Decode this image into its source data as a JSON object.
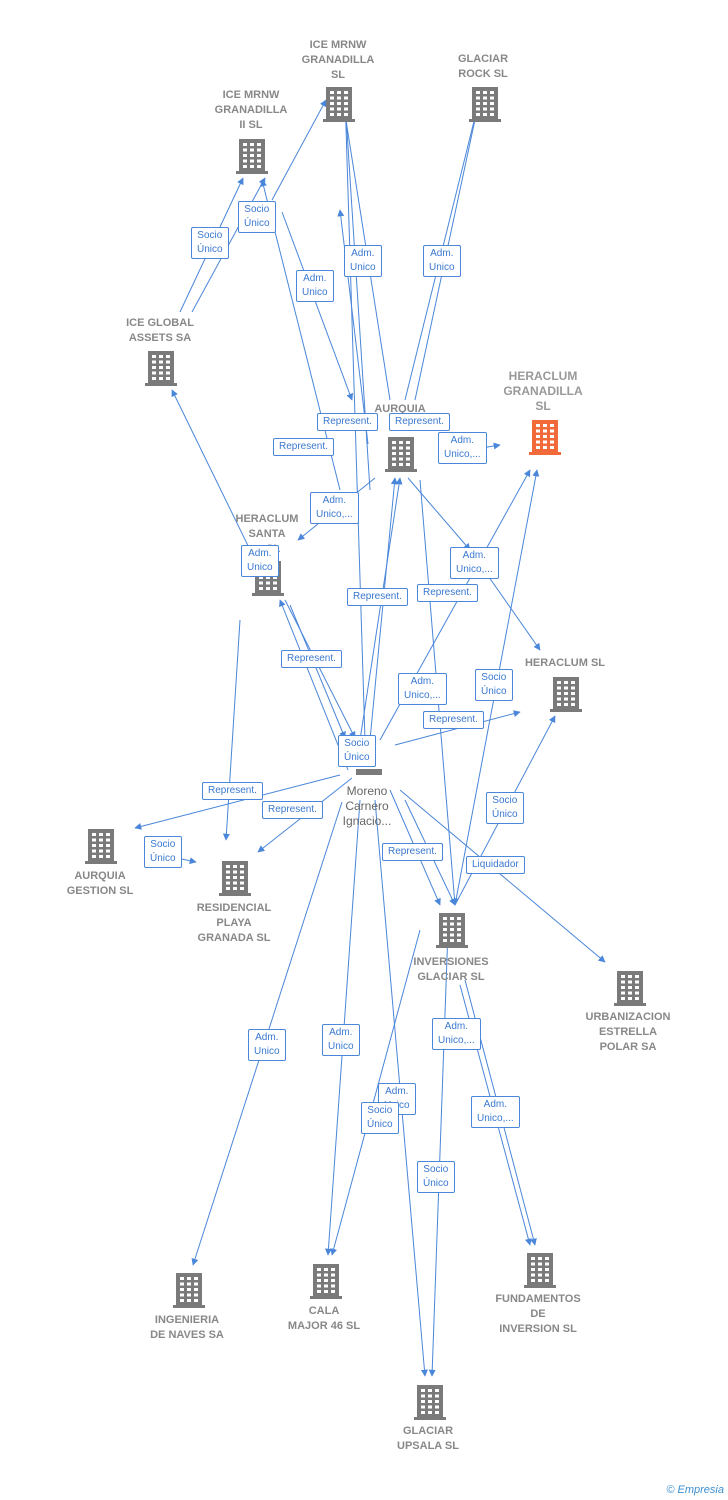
{
  "colors": {
    "edge": "#4a86d9",
    "building": "#7a7a7a",
    "highlight": "#f26a3a",
    "label_text": "#3a78d0"
  },
  "nodes": {
    "ice_mrnw_granadilla": "ICE MRNW\nGRANADILLA\nSL",
    "glaciar_rock": "GLACIAR\nROCK  SL",
    "ice_mrnw_granadilla_ii": "ICE MRNW\nGRANADILLA\nII  SL",
    "ice_global_assets": "ICE GLOBAL\nASSETS SA",
    "heraclum_granadilla": "HERACLUM\nGRANADILLA\nSL",
    "aurquia": "AURQUIA",
    "heraclum_santa": "HERACLUM\nSANTA\n...  SL",
    "heraclum_sl": "HERACLUM  SL",
    "person": "Moreno\nCarnero\nIgnacio...",
    "aurquia_gestion": "AURQUIA\nGESTION  SL",
    "residencial_playa": "RESIDENCIAL\nPLAYA\nGRANADA  SL",
    "inversiones_glaciar": "INVERSIONES\nGLACIAR  SL",
    "urbanizacion_estrella": "URBANIZACION\nESTRELLA\nPOLAR SA",
    "ingenieria_naves": "INGENIERIA\nDE NAVES SA",
    "cala_major": "CALA\nMAJOR 46  SL",
    "fundamentos_inversion": "FUNDAMENTOS\nDE\nINVERSION  SL",
    "glaciar_upsala": "GLACIAR\nUPSALA SL"
  },
  "edge_labels": {
    "l01": "Socio\nÚnico",
    "l02": "Socio\nÚnico",
    "l03": "Adm.\nUnico",
    "l04": "Adm.\nUnico",
    "l05": "Adm.\nUnico",
    "l06": "Represent.",
    "l07": "Represent.",
    "l08": "Represent.",
    "l09": "Adm.\nUnico,...",
    "l10": "Adm.\nUnico,...",
    "l11": "Adm.\nUnico",
    "l12": "Adm.\nUnico,...",
    "l13": "Represent.",
    "l14": "Represent.",
    "l15": "Represent.",
    "l16": "Socio\nÚnico",
    "l17": "Adm.\nUnico,...",
    "l18": "Represent.",
    "l19": "Socio\nÚnico",
    "l20": "Represent.",
    "l21": "Represent.",
    "l22": "Socio\nÚnico",
    "l23": "Socio\nÚnico",
    "l24": "Represent.",
    "l25": "Liquidador",
    "l26": "Adm.\nUnico",
    "l27": "Adm.\nUnico",
    "l28": "Adm.\nUnico,...",
    "l29": "Adm.\nUnico",
    "l30": "Socio\nÚnico",
    "l31": "Adm.\nUnico,...",
    "l32": "Socio\nÚnico"
  },
  "footer": {
    "copyright": "©",
    "brand": "Empresia"
  }
}
